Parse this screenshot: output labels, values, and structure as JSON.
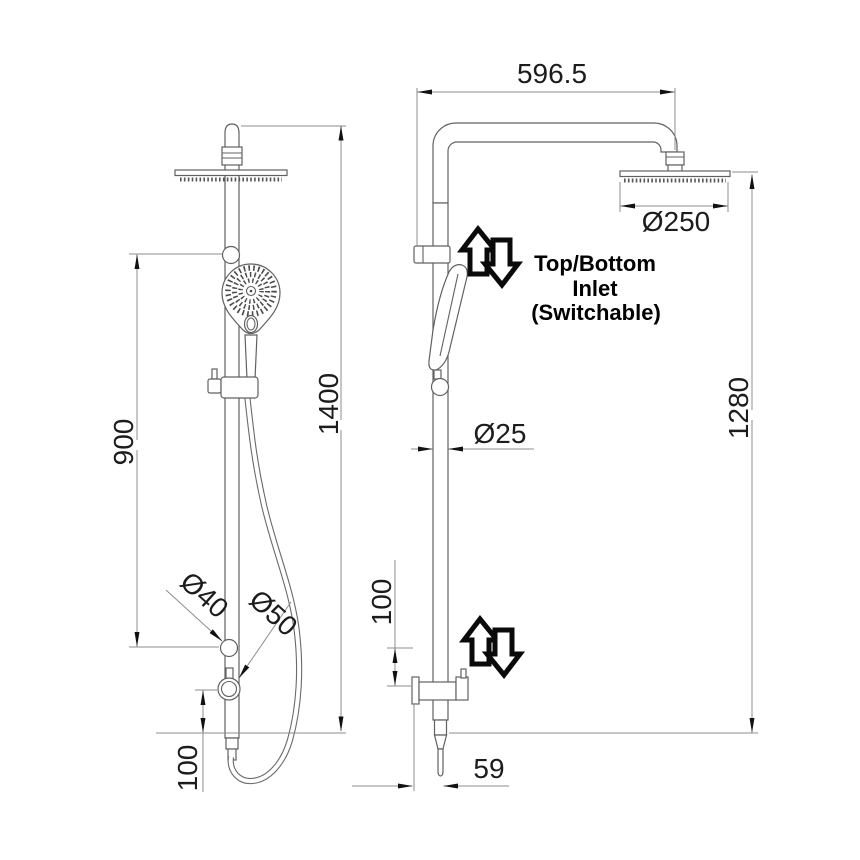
{
  "drawing_title": "shower-column-technical-drawing",
  "front_view": {
    "dim_total_height": "1400",
    "dim_rail_height": "900",
    "dim_slider_diameter": "Ø40",
    "dim_elbow_diameter": "Ø50",
    "dim_bottom_offset": "100"
  },
  "side_view": {
    "dim_arm_reach": "596.5",
    "dim_head_diameter": "Ø250",
    "dim_drop_height": "1280",
    "dim_pipe_diameter": "Ø25",
    "dim_bracket_spacing": "100",
    "dim_wall_offset": "59",
    "note_line1": "Top/Bottom",
    "note_line2": "Inlet",
    "note_line3": "(Switchable)"
  },
  "colors": {
    "object_line": "#616161",
    "dimension_line": "#8d8d8d",
    "text": "#1c1c1c",
    "annotation": "#000000",
    "background": "#ffffff"
  }
}
